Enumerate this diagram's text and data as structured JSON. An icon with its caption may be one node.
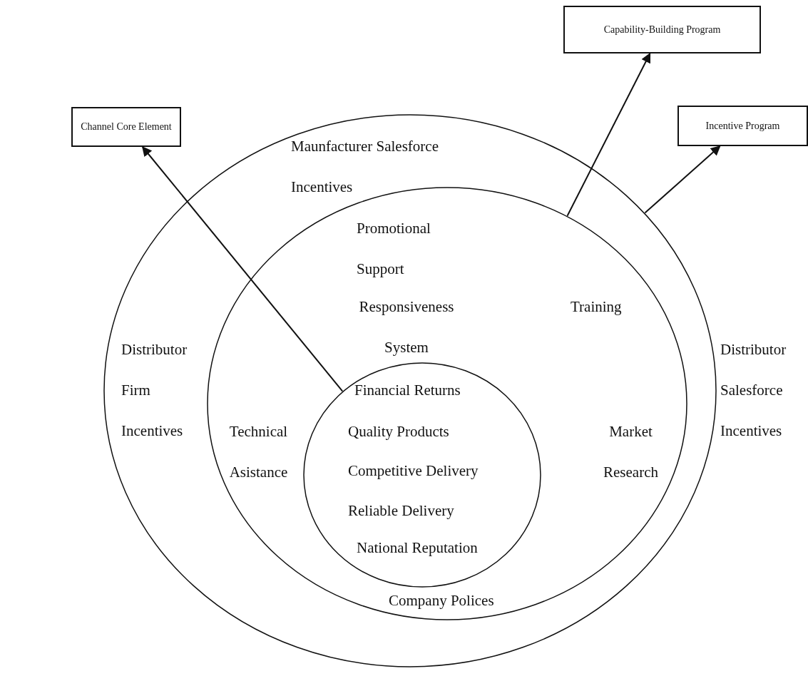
{
  "diagram": {
    "nodes": [
      {
        "text": [
          "Maunfacturer Salesforce Incentives",
          "Distributor Firm Incentives",
          "Distributor Salesforce Incentives"
        ]
      },
      {
        "text": [
          "Promotional Support",
          "Responsiveness System",
          "Training",
          "Technical Asistance",
          "Market Research",
          "Company Polices"
        ],
        "in": 0
      },
      {
        "text": [
          "Financial Returns",
          "Quality Products",
          "Competitive Delivery",
          "Reliable Delivery",
          "National Reputation"
        ],
        "in": 1
      },
      {
        "text": [
          "Channel Core Element"
        ]
      },
      {
        "text": [
          "Capability-Building Program"
        ]
      },
      {
        "text": [
          "Incentive Program"
        ]
      }
    ],
    "edges": [
      {
        "from": 2,
        "to": 3,
        "arrow": "to"
      },
      {
        "from": 1,
        "to": 4,
        "arrow": "to"
      },
      {
        "from": 0,
        "to": 5,
        "arrow": "to"
      }
    ]
  }
}
